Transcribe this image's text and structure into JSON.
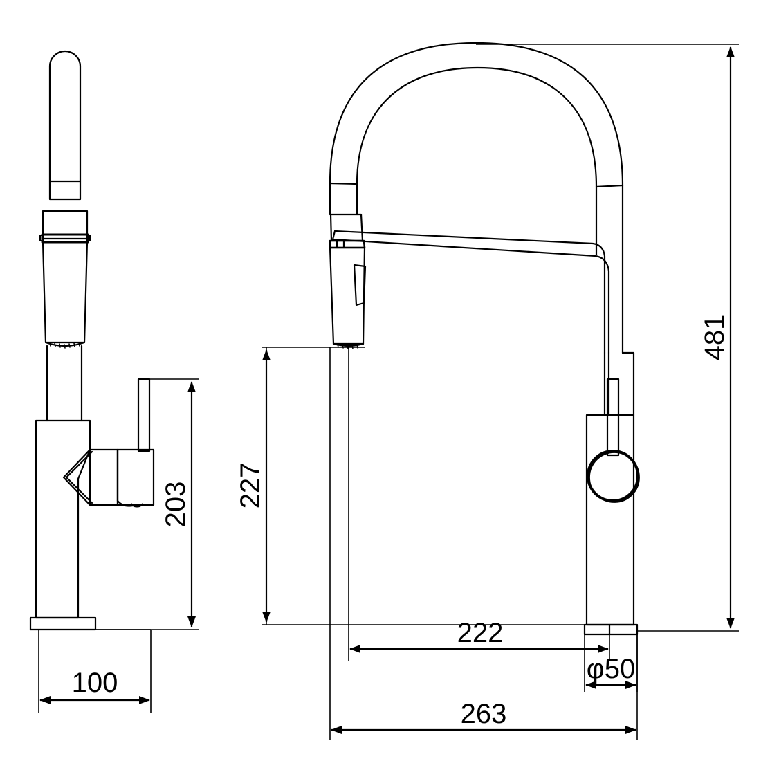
{
  "drawing": {
    "type": "technical-dimension-drawing",
    "subject": "Pull-down kitchen mixer tap",
    "background_color": "#ffffff",
    "line_color": "#000000",
    "units": "mm",
    "views": [
      {
        "name": "side-view",
        "position": "left",
        "description": "Narrow side elevation of the tap showing body, lever handle and base plate"
      },
      {
        "name": "front-view",
        "position": "right",
        "description": "Front elevation showing gooseneck spring spout arch, spray head, body, round handle and base plate"
      }
    ]
  },
  "dimensions": {
    "side_height": {
      "value": "203",
      "label": "203",
      "orientation": "vertical",
      "view": "side-view",
      "description": "Height from base plate top to lever handle top"
    },
    "side_width": {
      "value": "100",
      "label": "100",
      "orientation": "horizontal",
      "view": "side-view",
      "description": "Depth of base / body footprint"
    },
    "total_height": {
      "value": "481",
      "label": "481",
      "orientation": "vertical",
      "view": "front-view",
      "description": "Overall height from base plate to top of arch"
    },
    "spout_height": {
      "value": "227",
      "label": "227",
      "orientation": "vertical",
      "view": "front-view",
      "description": "Height from base plate to spray head outlet"
    },
    "spout_reach": {
      "value": "222",
      "label": "222",
      "orientation": "horizontal",
      "view": "front-view",
      "description": "Horizontal reach from spout centre to column centre"
    },
    "base_diameter": {
      "value": "50",
      "label": "φ50",
      "orientation": "horizontal",
      "view": "front-view",
      "description": "Diameter of mounting column / base"
    },
    "overall_width": {
      "value": "263",
      "label": "263",
      "orientation": "horizontal",
      "view": "front-view",
      "description": "Overall width from spray head outer edge to base plate outer edge"
    }
  }
}
